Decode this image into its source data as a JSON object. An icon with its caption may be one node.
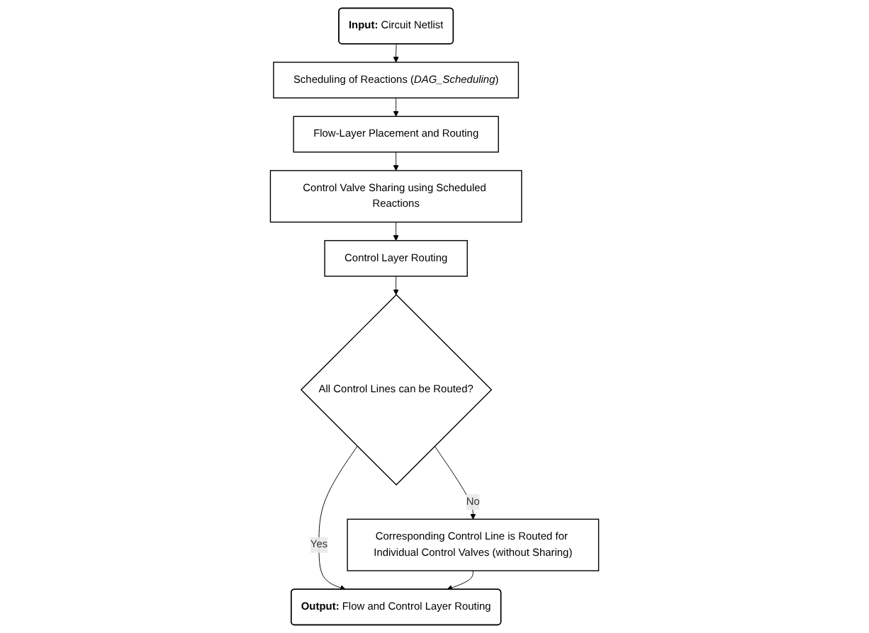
{
  "diagram": {
    "nodes": [
      {
        "text": [
          "**Input:** Circuit Netlist"
        ]
      },
      {
        "text": [
          "Scheduling of Reactions (*DAG_Scheduling*)"
        ]
      },
      {
        "text": [
          "Flow-Layer Placement and Routing"
        ]
      },
      {
        "text": [
          "Control Valve Sharing using Scheduled Reactions"
        ]
      },
      {
        "text": [
          "Control Layer Routing"
        ]
      },
      {
        "text": [
          "All Control Lines can be Routed?"
        ]
      },
      {
        "text": [
          "Corresponding Control Line is Routed for Individual Control Valves (without Sharing)"
        ]
      },
      {
        "text": [
          "**Output:** Flow and Control Layer Routing"
        ]
      }
    ],
    "edges": [
      {
        "from": 0,
        "to": 1,
        "arrow": "to"
      },
      {
        "from": 1,
        "to": 2,
        "arrow": "to"
      },
      {
        "from": 2,
        "to": 3,
        "arrow": "to"
      },
      {
        "from": 3,
        "to": 4,
        "arrow": "to"
      },
      {
        "from": 4,
        "to": 5,
        "arrow": "to"
      },
      {
        "from": 5,
        "to": 7,
        "label": "Yes",
        "arrow": "to"
      },
      {
        "from": 5,
        "to": 6,
        "label": "No",
        "arrow": "to"
      },
      {
        "from": 6,
        "to": 7,
        "arrow": "to"
      }
    ]
  }
}
